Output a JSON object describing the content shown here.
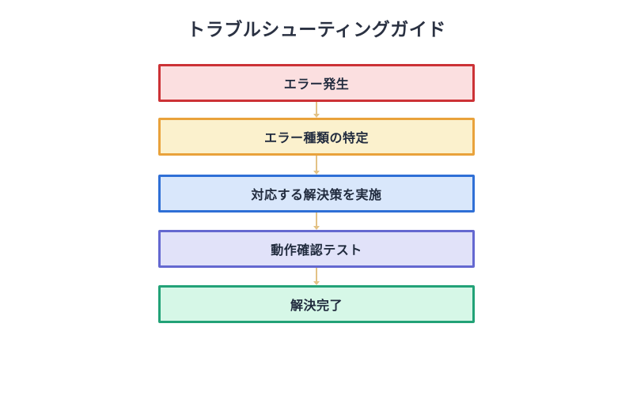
{
  "title": "トラブルシューティングガイド",
  "flow": {
    "type": "flowchart-vertical",
    "text_color": "#212b3e",
    "title_color": "#2a3142",
    "connector_color": "#e3c285",
    "nodes": [
      {
        "id": "error-occurred",
        "label": "エラー発生",
        "fill": "#fbdfe0",
        "border": "#cc3236"
      },
      {
        "id": "identify-error",
        "label": "エラー種類の特定",
        "fill": "#fbf1cd",
        "border": "#e9a23b"
      },
      {
        "id": "apply-solution",
        "label": "対応する解決策を実施",
        "fill": "#d9e7fb",
        "border": "#2f6fd6"
      },
      {
        "id": "verification-test",
        "label": "動作確認テスト",
        "fill": "#e1e2f9",
        "border": "#6468d0"
      },
      {
        "id": "resolved",
        "label": "解決完了",
        "fill": "#d6f7e7",
        "border": "#22a277"
      }
    ],
    "edges": [
      {
        "from": "error-occurred",
        "to": "identify-error"
      },
      {
        "from": "identify-error",
        "to": "apply-solution"
      },
      {
        "from": "apply-solution",
        "to": "verification-test"
      },
      {
        "from": "verification-test",
        "to": "resolved"
      }
    ]
  }
}
